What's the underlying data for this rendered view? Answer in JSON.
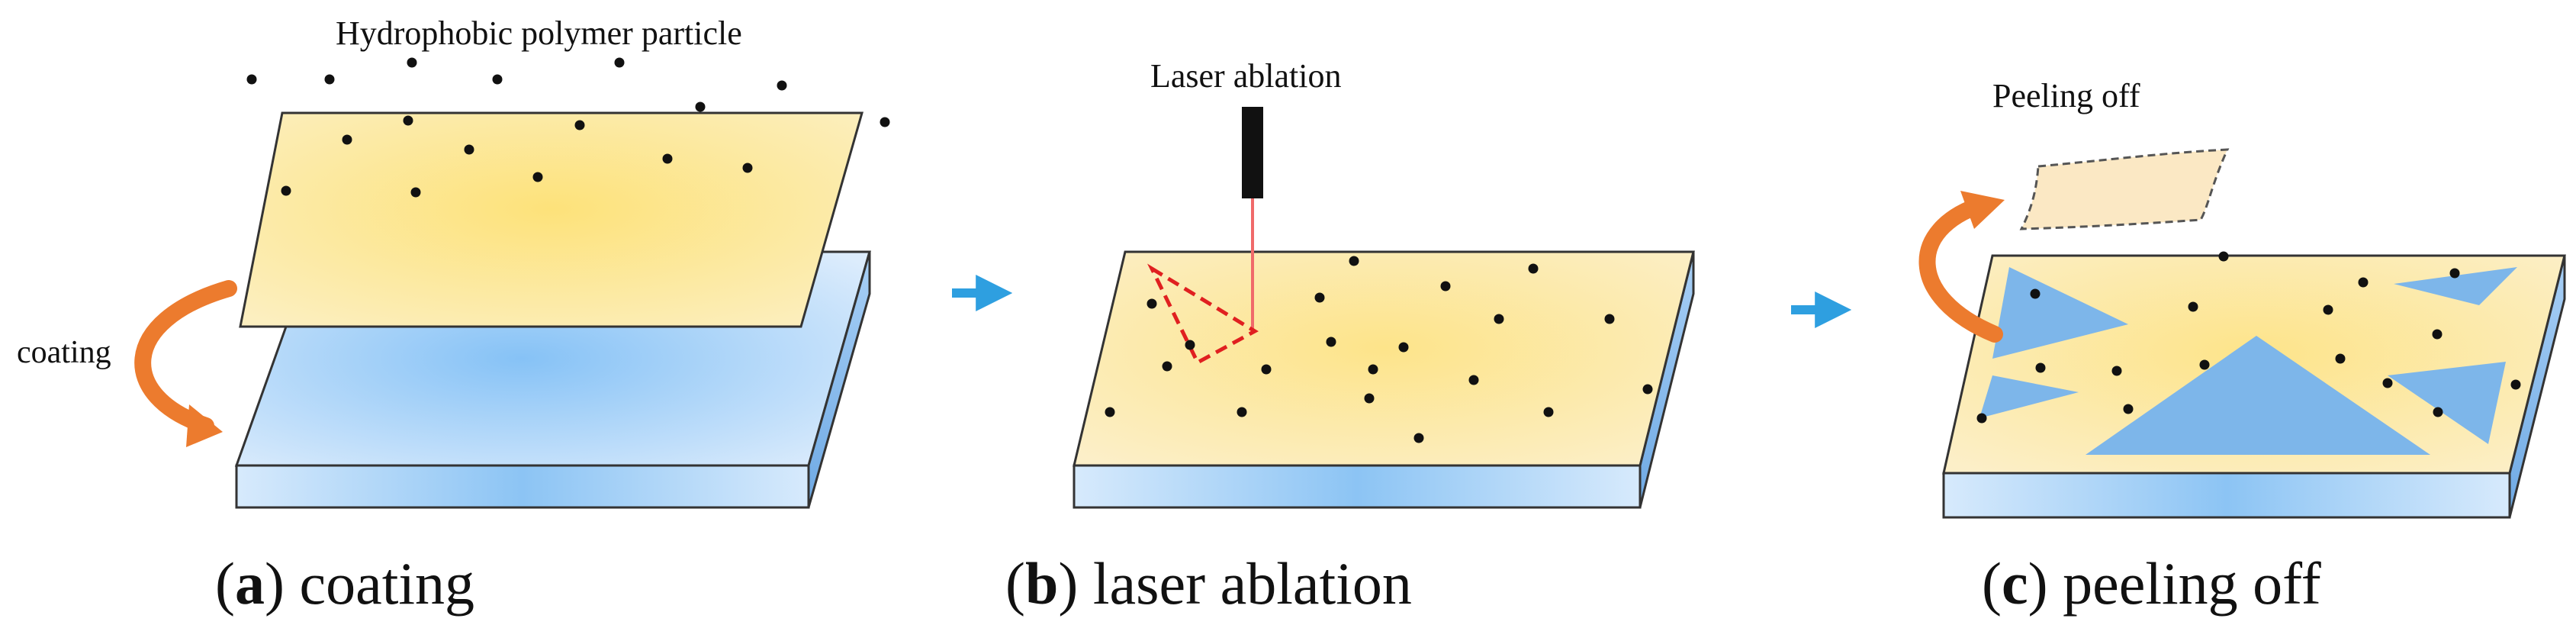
{
  "labels": {
    "particle": "Hydrophobic polymer particle",
    "coating": "coating",
    "laser": "Laser ablation",
    "peeling": "Peeling off"
  },
  "captions": [
    {
      "letter": "a",
      "text": " coating"
    },
    {
      "letter": "b",
      "text": " laser ablation"
    },
    {
      "letter": "c",
      "text": " peeling off"
    }
  ],
  "colors": {
    "film": "#fbe9a6",
    "film_center": "#fde27a",
    "substrate": "#bcdcfb",
    "substrate_center": "#86c2f6",
    "arrow_orange": "#ec7b2e",
    "flow_arrow": "#2e9fe0",
    "laser_beam": "#f06a6a",
    "ablation_outline": "#e02020",
    "ablated_region": "#7db6ea"
  }
}
